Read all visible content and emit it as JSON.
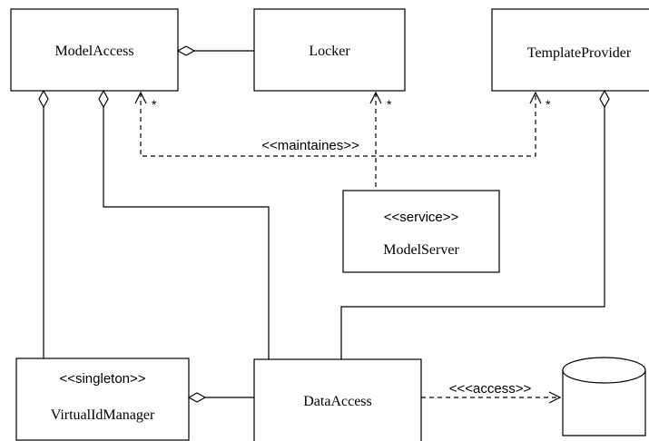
{
  "classes": {
    "model_access": {
      "name": "ModelAccess"
    },
    "locker": {
      "name": "Locker"
    },
    "template_provider": {
      "name": "TemplateProvider"
    },
    "model_server": {
      "stereotype": "<<service>>",
      "name": "ModelServer"
    },
    "virtual_id_manager": {
      "stereotype": "<<singleton>>",
      "name": "VirtualIdManager"
    },
    "data_access": {
      "name": "DataAccess"
    }
  },
  "relations": {
    "maintaines_label": "<<maintaines>>",
    "access_label": "<<<access>>",
    "multiplicity_model_access": "*",
    "multiplicity_locker": "*",
    "multiplicity_template_provider": "*"
  }
}
